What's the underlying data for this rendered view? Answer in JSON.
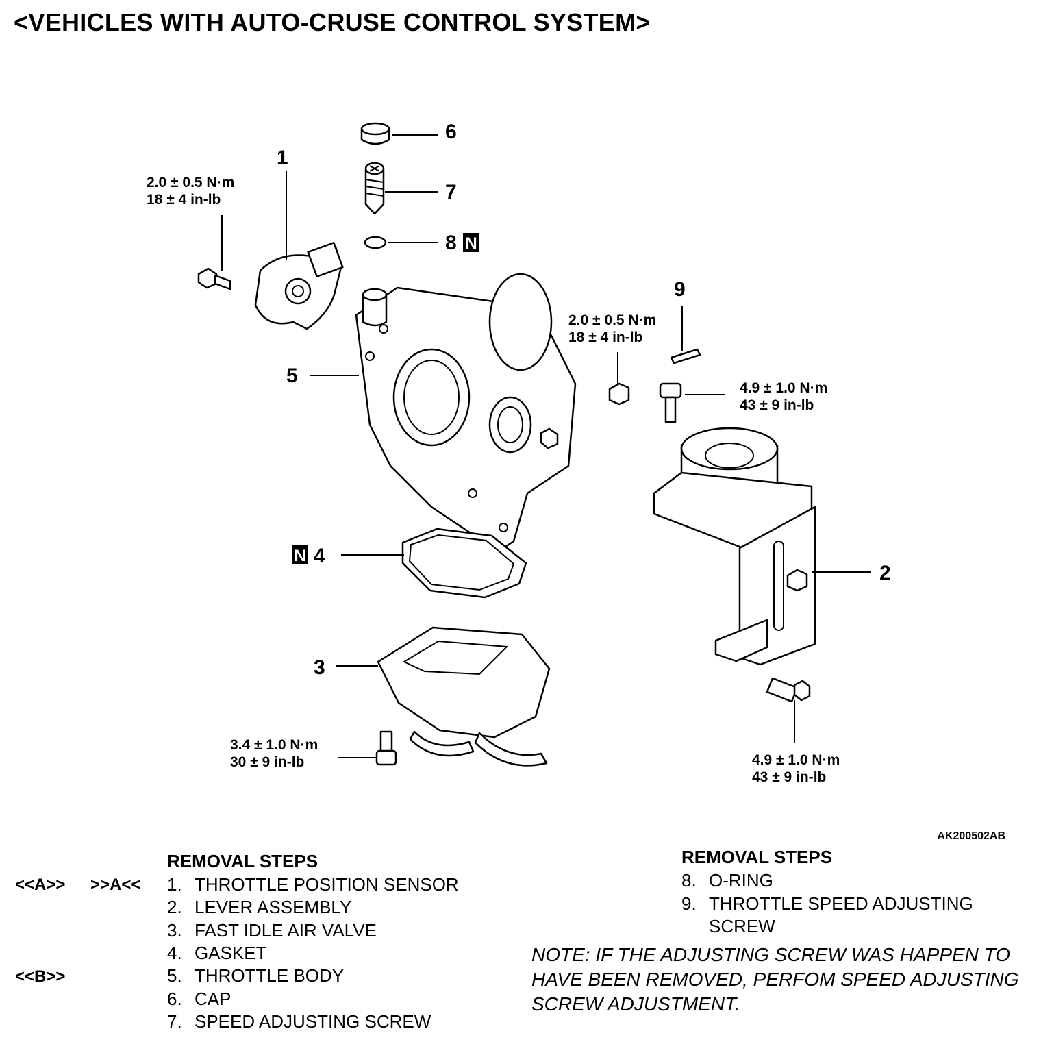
{
  "title": "<VEHICLES WITH AUTO-CRUSE CONTROL SYSTEM>",
  "figure_code": "AK200502AB",
  "callouts": {
    "c1": "1",
    "c2": "2",
    "c3": "3",
    "c4": "4",
    "c5": "5",
    "c6": "6",
    "c7": "7",
    "c8": "8",
    "c9": "9",
    "new_mark": "N"
  },
  "torques": {
    "t1": {
      "nm": "2.0 ± 0.5 N·m",
      "inlb": "18 ± 4 in-lb"
    },
    "t2": {
      "nm": "2.0 ± 0.5 N·m",
      "inlb": "18 ± 4 in-lb"
    },
    "t3": {
      "nm": "4.9 ± 1.0 N·m",
      "inlb": "43 ± 9 in-lb"
    },
    "t4": {
      "nm": "3.4 ± 1.0 N·m",
      "inlb": "30 ± 9 in-lb"
    },
    "t5": {
      "nm": "4.9 ± 1.0 N·m",
      "inlb": "43 ± 9 in-lb"
    }
  },
  "removal_left": {
    "heading": "REMOVAL STEPS",
    "refs": {
      "a1": "<<A>>",
      "a2": ">>A<<",
      "b1": "<<B>>"
    },
    "steps": [
      {
        "num": "1.",
        "text": "THROTTLE POSITION SENSOR"
      },
      {
        "num": "2.",
        "text": "LEVER ASSEMBLY"
      },
      {
        "num": "3.",
        "text": "FAST IDLE AIR VALVE"
      },
      {
        "num": "4.",
        "text": "GASKET"
      },
      {
        "num": "5.",
        "text": "THROTTLE BODY"
      },
      {
        "num": "6.",
        "text": "CAP"
      },
      {
        "num": "7.",
        "text": "SPEED ADJUSTING SCREW"
      }
    ]
  },
  "removal_right": {
    "heading": "REMOVAL STEPS",
    "steps": [
      {
        "num": "8.",
        "text": "O-RING"
      },
      {
        "num": "9.",
        "text": "THROTTLE SPEED ADJUSTING",
        "text2": "SCREW"
      }
    ]
  },
  "note": "NOTE: IF THE ADJUSTING SCREW WAS HAPPEN TO HAVE BEEN REMOVED, PERFOM SPEED ADJUSTING SCREW ADJUSTMENT."
}
